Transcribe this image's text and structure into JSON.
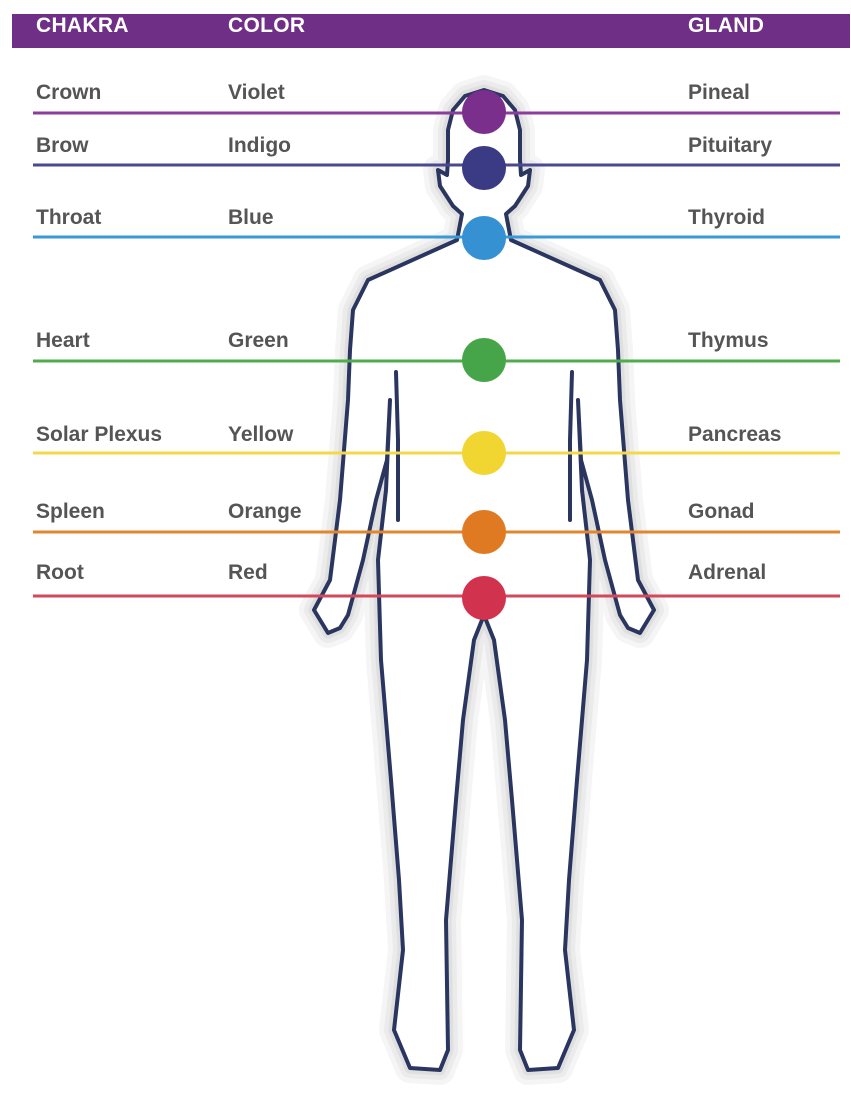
{
  "header": {
    "chakra_label": "CHAKRA",
    "color_label": "COLOR",
    "gland_label": "GLAND",
    "background": "#6f2f86"
  },
  "chakras": [
    {
      "name": "Crown",
      "color": "Violet",
      "gland": "Pineal",
      "hex": "#7a2f8c",
      "line_hex": "#8b3d9b"
    },
    {
      "name": "Brow",
      "color": "Indigo",
      "gland": "Pituitary",
      "hex": "#3b3a85",
      "line_hex": "#4a4990"
    },
    {
      "name": "Throat",
      "color": "Blue",
      "gland": "Thyroid",
      "hex": "#3591d2",
      "line_hex": "#3a9ad8"
    },
    {
      "name": "Heart",
      "color": "Green",
      "gland": "Thymus",
      "hex": "#45a548",
      "line_hex": "#4fae4b"
    },
    {
      "name": "Solar Plexus",
      "color": "Yellow",
      "gland": "Pancreas",
      "hex": "#f1d531",
      "line_hex": "#f3d94a"
    },
    {
      "name": "Spleen",
      "color": "Orange",
      "gland": "Gonad",
      "hex": "#df7a23",
      "line_hex": "#e08530"
    },
    {
      "name": "Root",
      "color": "Red",
      "gland": "Adrenal",
      "hex": "#d1334e",
      "line_hex": "#d14a5c"
    }
  ],
  "figure": {
    "outline_hex": "#2a3560",
    "glow_hex": "#c9c9c9"
  }
}
